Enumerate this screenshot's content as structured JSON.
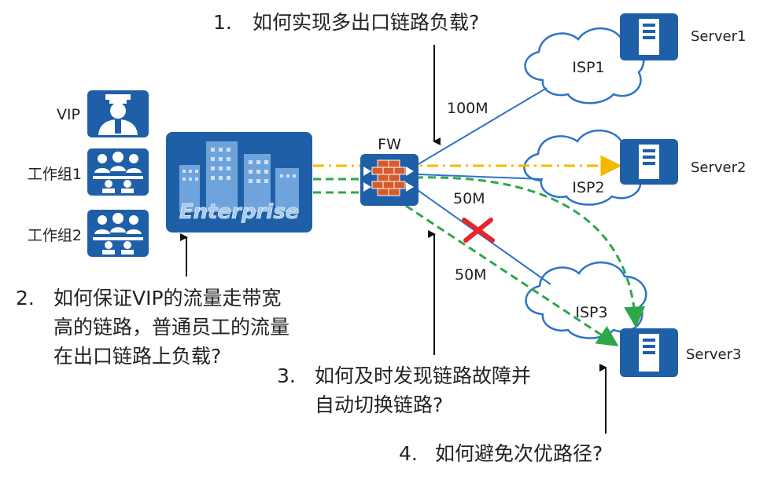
{
  "nodes": {
    "vip": "VIP",
    "group1": "工作组1",
    "group2": "工作组2",
    "enterprise": "Enterprise",
    "fw": "FW",
    "isp1": "ISP1",
    "isp2": "ISP2",
    "isp3": "ISP3",
    "server1": "Server1",
    "server2": "Server2",
    "server3": "Server3"
  },
  "links": {
    "isp1_bw": "100M",
    "isp2_bw": "50M",
    "isp3_bw": "50M"
  },
  "questions": {
    "q1": {
      "num": "1.",
      "text": "如何实现多出口链路负载?"
    },
    "q2": {
      "num": "2.",
      "lines": [
        "如何保证VIP的流量走带宽",
        "高的链路，普通员工的流量",
        "在出口链路上负载?"
      ]
    },
    "q3": {
      "num": "3.",
      "lines": [
        "如何及时发现链路故障并",
        "自动切换链路?"
      ]
    },
    "q4": {
      "num": "4.",
      "text": "如何避免次优路径?"
    }
  },
  "colors": {
    "icon_blue": "#1f5fa8",
    "link_blue": "#2e74c4",
    "vip_path": "#f5b800",
    "normal_path": "#2ca84a",
    "fault_mark": "#e8262a",
    "firewall_brick": "#d85a2a"
  }
}
